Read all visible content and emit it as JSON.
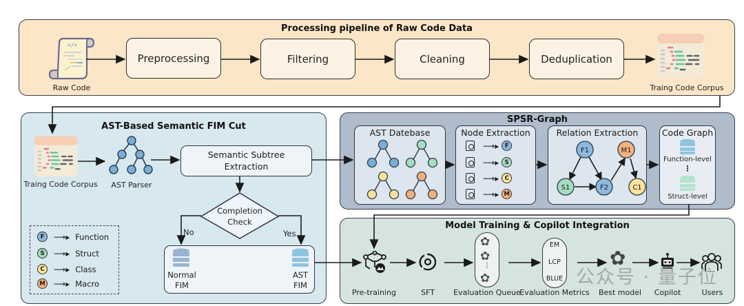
{
  "colors": {
    "pipeline_bg": "#fbe6c7",
    "fim_bg": "#d8e8ef",
    "spsr_bg": "#aebccc",
    "training_bg": "#d6e4df",
    "function": "#8db8df",
    "struct": "#a7dcc0",
    "class": "#fbe39a",
    "macro": "#f6b07c"
  },
  "pipeline": {
    "title": "Processing pipeline of Raw Code Data",
    "input_label": "Raw Code",
    "steps": [
      "Preprocessing",
      "Filtering",
      "Cleaning",
      "Deduplication"
    ],
    "output_label": "Traing Code Corpus"
  },
  "fim_cut": {
    "title": "AST-Based Semantic FIM Cut",
    "corpus_label": "Traing Code Corpus",
    "parser_label": "AST Parser",
    "subtree_label_1": "Semantic Subtree",
    "subtree_label_2": "Extraction",
    "check_label_1": "Completion",
    "check_label_2": "Check",
    "no_label": "No",
    "yes_label": "Yes",
    "normal_fim_1": "Normal",
    "normal_fim_2": "FIM",
    "ast_fim_1": "AST",
    "ast_fim_2": "FIM",
    "legend": [
      {
        "letter": "F",
        "label": "Function"
      },
      {
        "letter": "S",
        "label": "Struct"
      },
      {
        "letter": "C",
        "label": "Class"
      },
      {
        "letter": "M",
        "label": "Macro"
      }
    ]
  },
  "spsr": {
    "title": "SPSR-Graph",
    "ast_db_title": "AST Datebase",
    "node_extraction_title": "Node Extraction",
    "node_outputs": [
      "F",
      "S",
      "C",
      "M"
    ],
    "relation_title": "Relation Extraction",
    "relation_nodes": [
      "F1",
      "M1",
      "S1",
      "F2",
      "C1"
    ],
    "code_graph_title": "Code Graph",
    "function_level": "Function-level",
    "ellipsis": "⋮",
    "struct_level": "Struct-level"
  },
  "training": {
    "title": "Model Training & Copilot Integration",
    "stages": [
      "Pre-training",
      "SFT",
      "Evaluation Queue",
      "Evaluation Metrics",
      "Best model",
      "Copilot",
      "Users"
    ],
    "metrics": [
      "EM",
      "LCP",
      "BLUE"
    ],
    "queue_ellipsis": "⋮"
  },
  "watermark": "公众号 · 量子位"
}
